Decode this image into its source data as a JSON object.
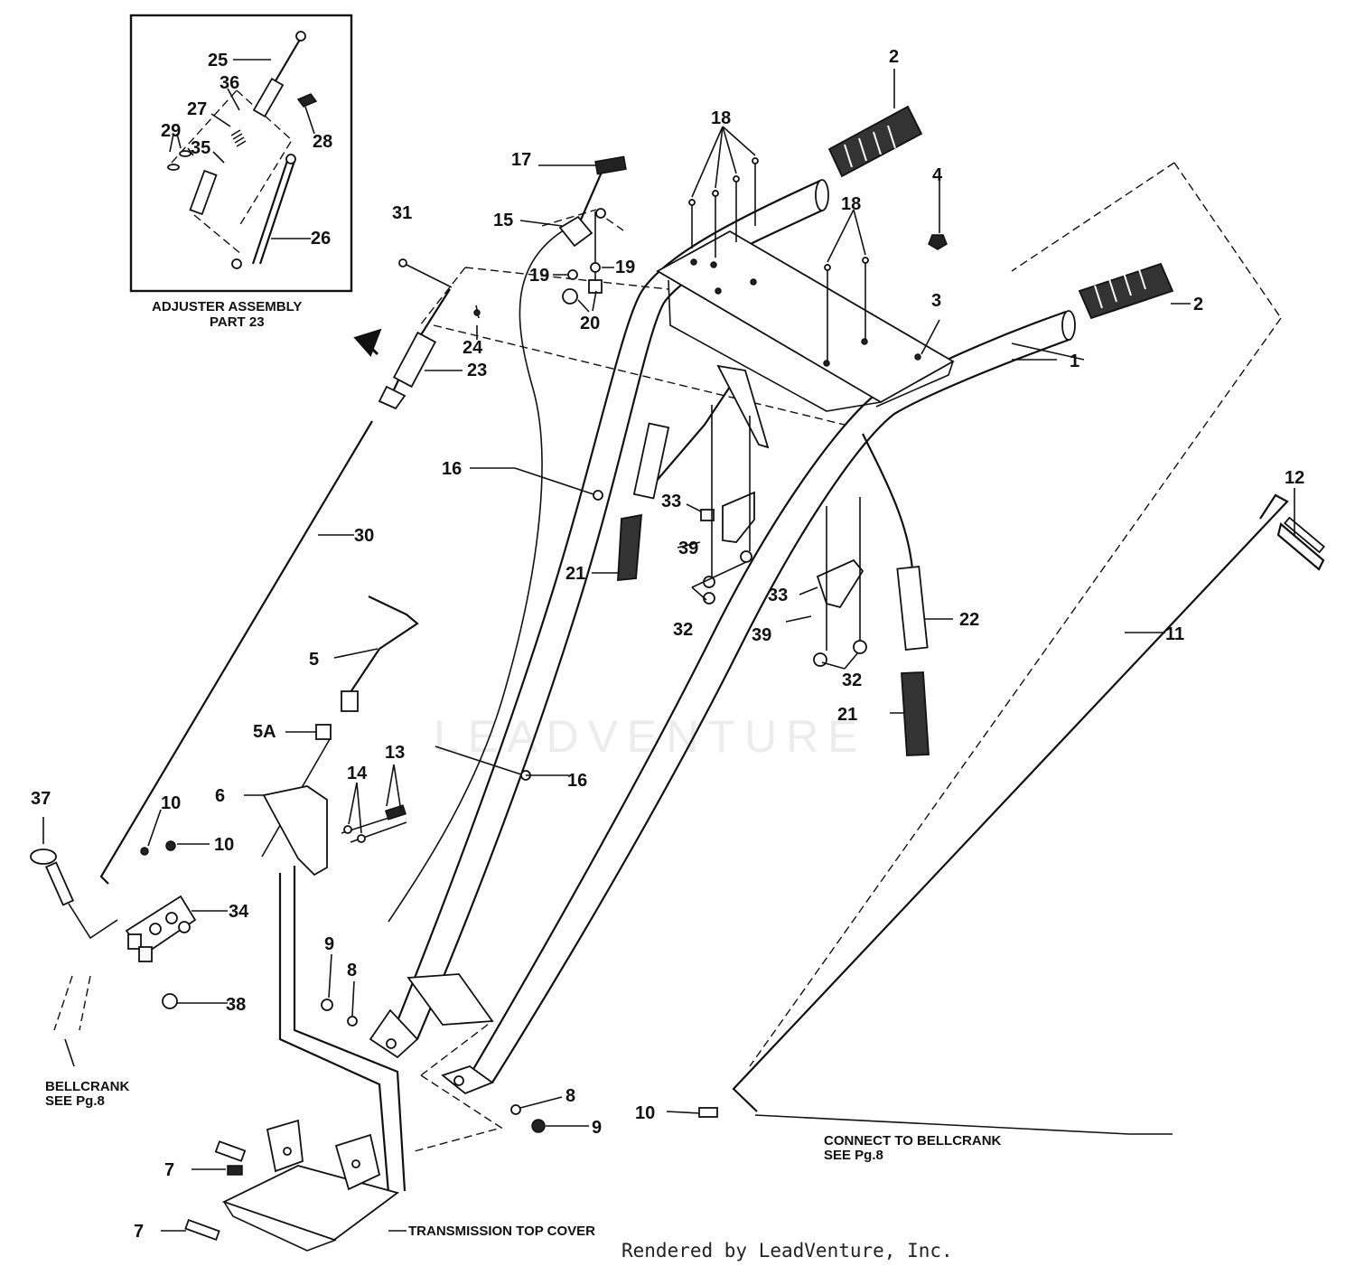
{
  "inset": {
    "title_line1": "ADJUSTER ASSEMBLY",
    "title_line2": "PART 23"
  },
  "footer": "Rendered by LeadVenture, Inc.",
  "watermark": "LEADVENTURE",
  "callouts": {
    "c1": "1",
    "c2a": "2",
    "c2b": "2",
    "c3": "3",
    "c4": "4",
    "c5": "5",
    "c5a": "5A",
    "c6": "6",
    "c7a": "7",
    "c7b": "7",
    "c8a": "8",
    "c8b": "8",
    "c9a": "9",
    "c9b": "9",
    "c10a": "10",
    "c10b": "10",
    "c10c": "10",
    "c11": "11",
    "c12": "12",
    "c13": "13",
    "c14": "14",
    "c15": "15",
    "c16a": "16",
    "c16b": "16",
    "c17": "17",
    "c18a": "18",
    "c18b": "18",
    "c19a": "19",
    "c19b": "19",
    "c20": "20",
    "c21a": "21",
    "c21b": "21",
    "c22": "22",
    "c23": "23",
    "c24": "24",
    "c25": "25",
    "c26": "26",
    "c27": "27",
    "c28": "28",
    "c29": "29",
    "c30": "30",
    "c31": "31",
    "c32a": "32",
    "c32b": "32",
    "c33a": "33",
    "c33b": "33",
    "c34": "34",
    "c35": "35",
    "c36": "36",
    "c37": "37",
    "c38": "38",
    "c39a": "39",
    "c39b": "39"
  },
  "notes": {
    "bellcrank_line1": "BELLCRANK",
    "bellcrank_line2": "SEE Pg.8",
    "connect_line1": "CONNECT TO BELLCRANK",
    "connect_line2": "SEE Pg.8",
    "transmission": "TRANSMISSION TOP COVER"
  }
}
